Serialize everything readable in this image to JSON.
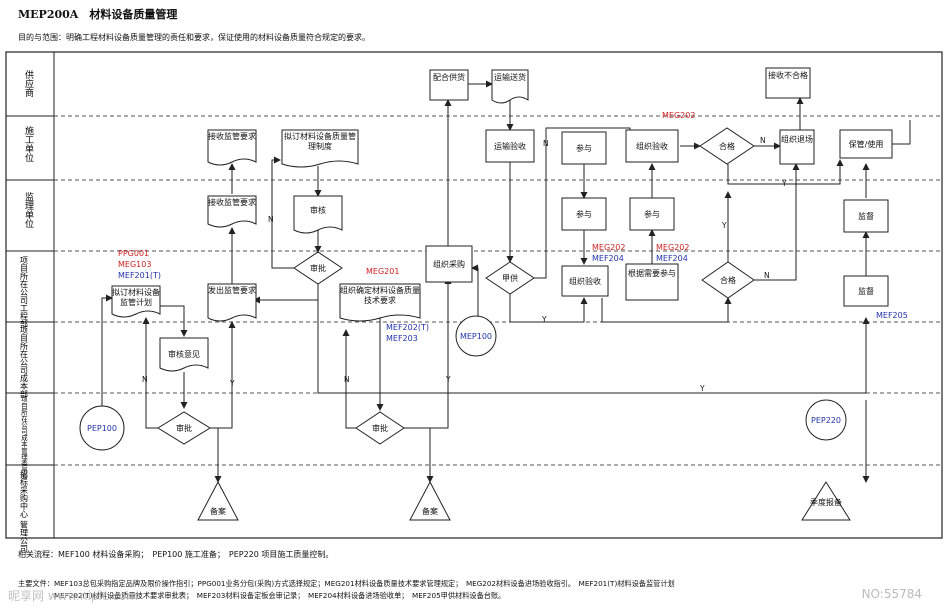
{
  "header": {
    "title": "MEP200A　材料设备质量管理",
    "purpose": "目的与范围：明确工程材料设备质量管理的责任和要求，保证使用的材料设备质量符合规定的要求。"
  },
  "lanes": [
    {
      "label": "供应商"
    },
    {
      "label": "施工单位"
    },
    {
      "label": "监理单位"
    },
    {
      "label": "项目所在公司工程部"
    },
    {
      "label": "项目所在公司成本部"
    },
    {
      "label": "项目所在公司成本管理委员会"
    },
    {
      "label": "招标采购中心 管理公司"
    }
  ],
  "nodes": {
    "pep100_a": "PEP100",
    "make_plan": "拟订材料设备监管计划",
    "review_opinion": "审核意见",
    "approve_a": "审批",
    "file_a": "备案",
    "recv_sup_1": "接收监管要求",
    "recv_sup_2": "接收监管要求",
    "send_sup": "发出监管要求",
    "make_system": "拟订材料设备质量管理制度",
    "review_s": "审核",
    "approve_b": "审批",
    "tech_req": "组织确定材料设备质量技术要求",
    "approve_c": "审批",
    "file_b": "备案",
    "org_purchase": "组织采购",
    "mep100": "MEP100",
    "deliver": "配合供货",
    "ship": "运输送货",
    "transport_check": "运输验收",
    "supply_a": "甲供",
    "part_1": "参与",
    "part_2": "参与",
    "org_check_1": "组织验收",
    "org_check_2": "组织验收",
    "part_3": "参与",
    "need_part": "根据需要参与",
    "qual_1": "合格",
    "qual_2": "合格",
    "org_exit": "组织退场",
    "recv_reject": "接收不合格",
    "keep_use": "保管/使用",
    "supervise_1": "监督",
    "supervise_2": "监督",
    "pep220": "PEP220",
    "quarter_report": "季度报备"
  },
  "refs": {
    "r1": "PPG001",
    "r2": "MEG103",
    "r3": "MEF201(T)",
    "r4": "MEG201",
    "r5": "MEF202(T)",
    "r6": "MEF203",
    "r7": "MEG202",
    "r8": "MEG202",
    "r9": "MEF204",
    "r10": "MEG202",
    "r11": "MEF204",
    "r12": "MEF205"
  },
  "edge_labels": {
    "n": "N",
    "y": "Y"
  },
  "footer": {
    "related": "相关流程：MEF100 材料设备采购；　PEP100 施工准备；　PEP220 项目施工质量控制。",
    "docs_1": "主要文件：MEF103总包采购指定品牌及限价操作指引；PPG001业务分包(采购)方式选择规定；MEG201材料设备质量技术要求管理规定；　MEG202材料设备进场验收指引。　MEF201(T)材料设备监管计划",
    "docs_2": "　　　　　MEF202(T)材料设备质量技术要求审批表；　MEF203材料设备定板会审记录；　MEF204材料设备进场验收单；　MEF205甲供材料设备台账。",
    "watermark": "昵享网 www.nipic.com",
    "number": "NO:55784"
  }
}
